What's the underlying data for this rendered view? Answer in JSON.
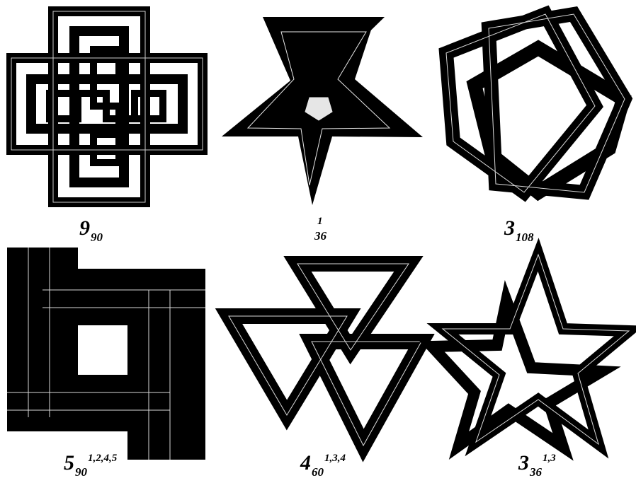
{
  "colors": {
    "band": "#000000",
    "seam": "#ffffff",
    "background": "#ffffff"
  },
  "knots": [
    {
      "id": "knot-9-90",
      "shape": "interlaced-squares",
      "main": "9",
      "sub": "90",
      "sup": ""
    },
    {
      "id": "knot-1-36",
      "shape": "pentagram",
      "main": "",
      "sub": "36",
      "sup": "1"
    },
    {
      "id": "knot-3-108",
      "shape": "pentagon-knot",
      "main": "3",
      "sub": "108",
      "sup": ""
    },
    {
      "id": "knot-5-90-1245",
      "shape": "swastika-square",
      "main": "5",
      "sub": "90",
      "sup": "1,2,4,5"
    },
    {
      "id": "knot-4-60-134",
      "shape": "three-triangles",
      "main": "4",
      "sub": "60",
      "sup": "1,3,4"
    },
    {
      "id": "knot-3-36-13",
      "shape": "double-pentagram",
      "main": "3",
      "sub": "36",
      "sup": "1,3"
    }
  ]
}
